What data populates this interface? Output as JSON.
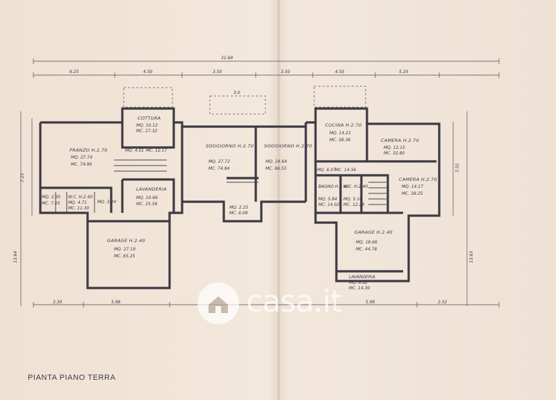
{
  "caption": "PIANTA PIANO TERRA",
  "watermark": {
    "text": "casa.it",
    "icon": "house-icon"
  },
  "dimensions": {
    "overall": "31.69",
    "top_segments": [
      "6.25",
      "4.50",
      "3.50",
      "3.50",
      "4.50",
      "5.20"
    ],
    "bottom_segments": [
      "3.30",
      "5.98",
      "5.99",
      "2.52"
    ],
    "left_height": "7.15",
    "right_height": "7.55",
    "left_total": "13.64",
    "right_total": "13.63",
    "top_porch": "3.0"
  },
  "rooms": [
    {
      "name": "PRANZO H.2.70",
      "sq": "MQ. 27.74",
      "mc": "MC. 74.90"
    },
    {
      "name": "COTTURA",
      "sq": "MQ. 10.12",
      "mc": "MC. 27.32"
    },
    {
      "name": "SOGGIORNO H.2.70",
      "sq": "MQ. 27.72",
      "mc": "MC. 74.84"
    },
    {
      "name": "SOGGIORNO H.2.70",
      "sq": "MQ. 24.64",
      "mc": "MC. 66.53"
    },
    {
      "name": "CUCINA H.2.70",
      "sq": "MQ. 14.21",
      "mc": "MC. 38.36"
    },
    {
      "name": "CAMERA H.2.70",
      "sq": "MQ. 12.15",
      "mc": "MC. 32.80"
    },
    {
      "name": "CAMERA H.2.70",
      "sq": "MQ. 14.17",
      "mc": "MC. 38.25"
    },
    {
      "name": "LAVANDERIA",
      "sq": "MQ. 10.66",
      "mc": "MC. 25.58"
    },
    {
      "name": "W.C. H.2.40",
      "sq": "MQ. 4.71",
      "mc": "MC. 11.30"
    },
    {
      "name": "GARAGE H.2.40",
      "sq": "MQ. 27.19",
      "mc": "MC. 65.25"
    },
    {
      "name": "GARAGE H.2.40",
      "sq": "MQ. 18.66",
      "mc": "MC. 44.78"
    },
    {
      "name": "LAVANDERIA",
      "sq": "MQ. 6.62",
      "mc": "MC. 14.30"
    },
    {
      "name": "BAGNO H.2.40",
      "sq": "MQ. 5.84",
      "mc": "MC. 14.02"
    },
    {
      "name": "W.C. H.2.40",
      "sq": "MQ. 5.10",
      "mc": "MC. 12.24"
    }
  ],
  "small_labels": [
    "MQ. 4.51",
    "MC. 12.17",
    "MQ. 6.07",
    "MC. 14.56",
    "MQ. 2.25",
    "MC. 6.08",
    "MQ. 2.35",
    "MC. 7.05",
    "MQ. 3.24"
  ]
}
